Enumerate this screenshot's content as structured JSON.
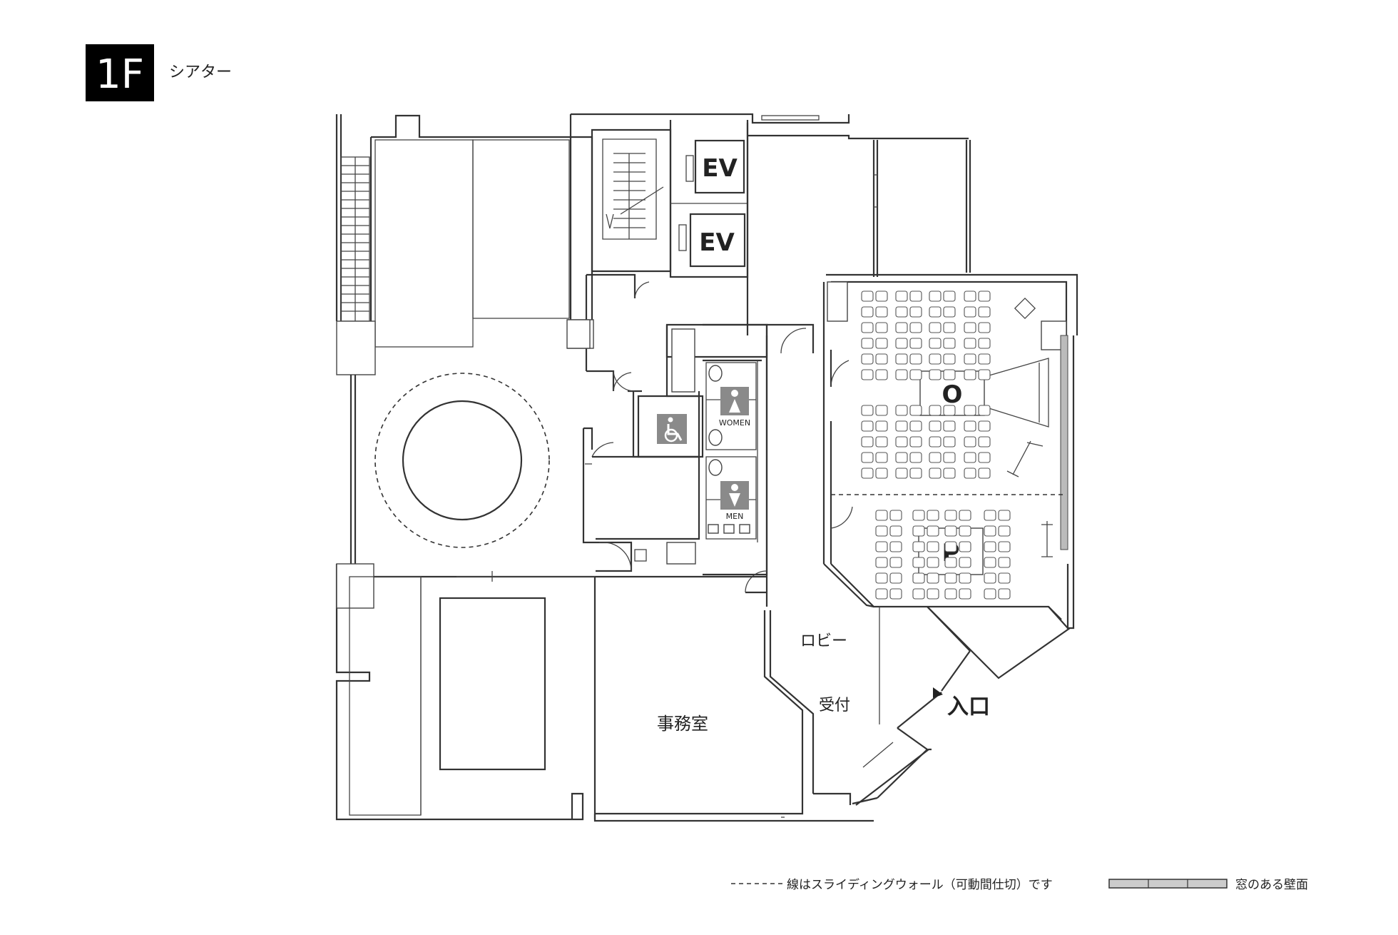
{
  "header": {
    "floor": "1F",
    "title": "シアター"
  },
  "rooms": {
    "elevator_upper": "EV",
    "elevator_lower": "EV",
    "room_o": "O",
    "room_p": "P",
    "lobby": "ロビー",
    "reception": "受付",
    "entrance": "入口",
    "office": "事務室",
    "women": "WOMEN",
    "men": "MEN"
  },
  "icons": [
    "wheelchair-icon",
    "women-restroom-icon",
    "men-restroom-icon",
    "entrance-arrow-icon"
  ],
  "legend": {
    "dashed_line_text": "線はスライディングウォール（可動間仕切）です",
    "window_wall_text": "窓のある壁面"
  },
  "colors": {
    "wall": "#333333",
    "icon": "#8a8a8a",
    "badge": "#000000",
    "window": "#bbbbbb"
  }
}
